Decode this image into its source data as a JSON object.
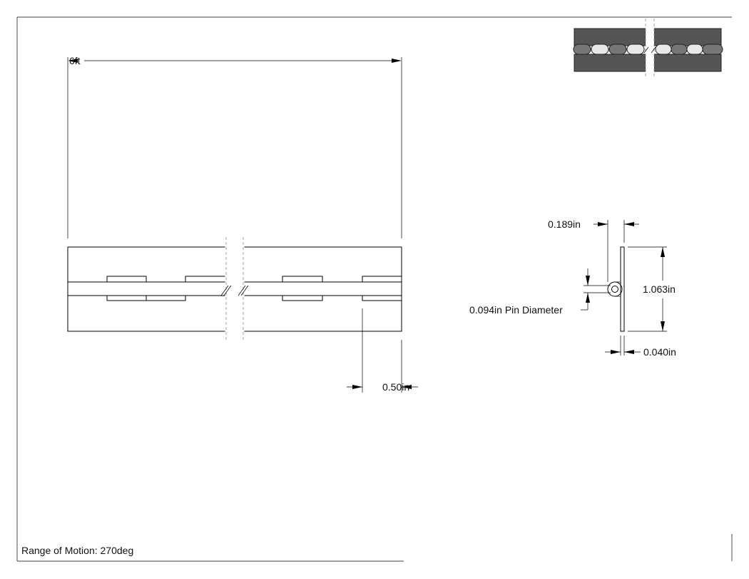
{
  "dimensions": {
    "overall_length": "6ft",
    "knuckle_length": "0.50in",
    "leaf_offset": "0.189in",
    "width": "1.063in",
    "pin_diameter": "0.094in Pin Diameter",
    "thickness": "0.040in"
  },
  "footer": {
    "range_of_motion": "Range of Motion: 270deg"
  },
  "colors": {
    "line": "#000000",
    "preview_fill": "#555555",
    "knuckle_fill": "#777777"
  }
}
